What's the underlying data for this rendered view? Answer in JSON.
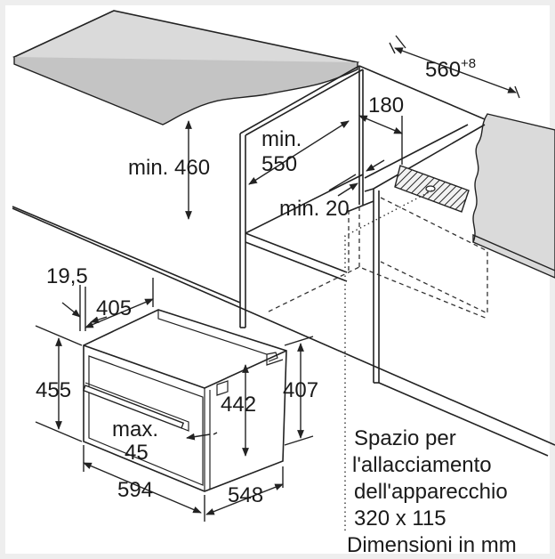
{
  "dimensions": {
    "top_width": "560",
    "top_width_tol": "+8",
    "d180": "180",
    "min550_a": "min.",
    "min550_b": "550",
    "min460": "min. 460",
    "min20": "min. 20",
    "d19_5": "19,5",
    "d405": "405",
    "d455": "455",
    "d442": "442",
    "d407": "407",
    "max45_a": "max.",
    "max45_b": "45",
    "d594": "594",
    "d548": "548"
  },
  "notes": {
    "line1": "Spazio per",
    "line2": "l'allacciamento",
    "line3": "dell'apparecchio",
    "line4": "320 x 115",
    "units": "Dimensioni in mm"
  },
  "colors": {
    "panel": "#dadada",
    "frame": "#eeeeee",
    "hatch": "#222222"
  }
}
